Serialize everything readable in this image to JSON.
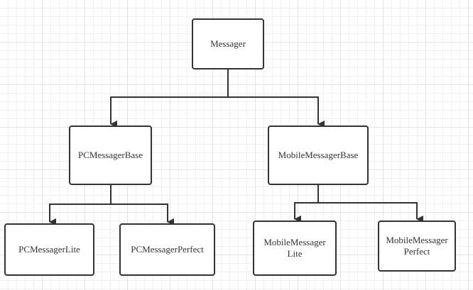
{
  "diagram": {
    "nodes": {
      "messager": "Messager",
      "pc_base": "PCMessagerBase",
      "mobile_base": "MobileMessagerBase",
      "pc_lite": "PCMessagerLite",
      "pc_perfect": "PCMessagerPerfect",
      "mobile_lite": "MobileMessagerLite",
      "mobile_perfect": "MobileMessager Perfect"
    },
    "edges": [
      {
        "from": "messager",
        "to": "pc_base"
      },
      {
        "from": "messager",
        "to": "mobile_base"
      },
      {
        "from": "pc_base",
        "to": "pc_lite"
      },
      {
        "from": "pc_base",
        "to": "pc_perfect"
      },
      {
        "from": "mobile_base",
        "to": "mobile_lite"
      },
      {
        "from": "mobile_base",
        "to": "mobile_perfect"
      }
    ],
    "colors": {
      "stroke": "#333333",
      "text": "#333333",
      "background": "#ffffff",
      "grid": "#e3e3e3"
    }
  }
}
